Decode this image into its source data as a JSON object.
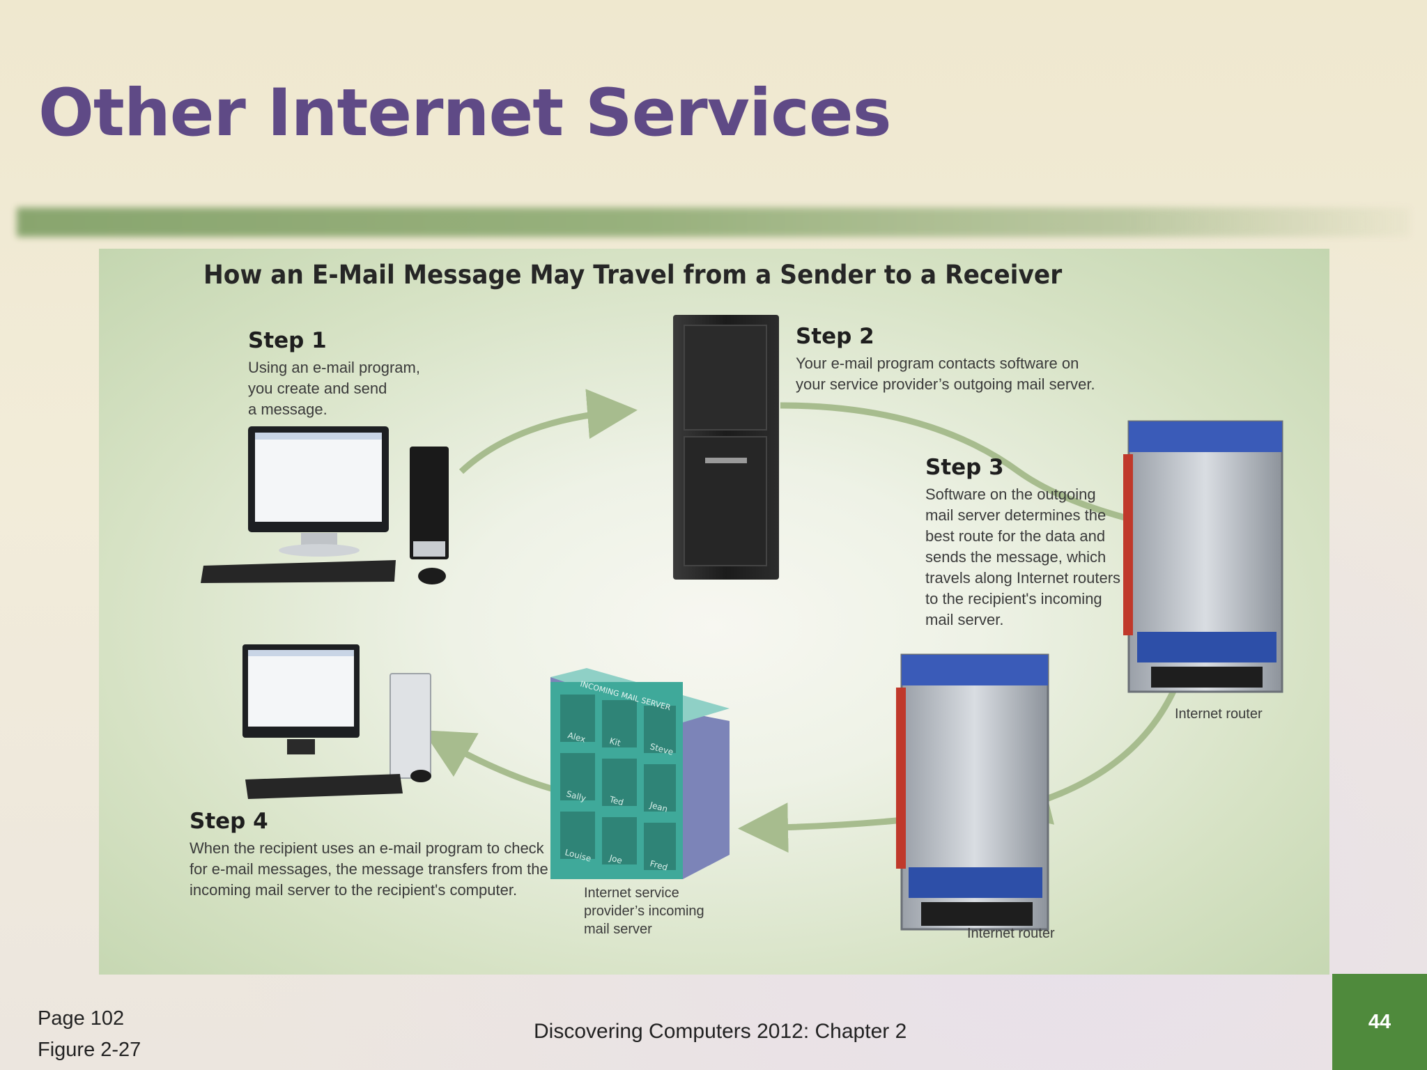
{
  "slide": {
    "title": "Other Internet Services",
    "slide_number": "44",
    "footer_center": "Discovering Computers 2012: Chapter 2",
    "page_ref": "Page 102",
    "figure_ref": "Figure 2-27"
  },
  "figure": {
    "title": "How an E-Mail Message May Travel from a Sender to a Receiver",
    "steps": [
      {
        "heading": "Step 1",
        "text": "Using an e-mail program,\nyou create and send\na message."
      },
      {
        "heading": "Step 2",
        "text": "Your e-mail program contacts software on\nyour service provider’s outgoing mail server."
      },
      {
        "heading": "Step 3",
        "text": "Software on the outgoing\nmail server determines the\nbest route for the data and\nsends the message, which\ntravels along Internet routers\nto the recipient's incoming\nmail server."
      },
      {
        "heading": "Step 4",
        "text": "When the recipient uses an e-mail program to check\nfor e-mail messages, the message transfers from the\nincoming mail server to the recipient's computer."
      }
    ],
    "captions": {
      "router_1": "Internet router",
      "router_2": "Internet router",
      "incoming_server": "Internet service\nprovider’s incoming\nmail server"
    },
    "mailbox": {
      "label": "INCOMING MAIL SERVER",
      "names": [
        "Alex",
        "Kit",
        "Steve",
        "Sally",
        "Ted",
        "Jean",
        "Louise",
        "Joe",
        "Fred"
      ]
    },
    "colors": {
      "arrow": "#a7bc8e",
      "mailbox_teal": "#3fa99a",
      "router_blue": "#2d4fa8",
      "title_purple": "#5f4a86",
      "slide_number_green": "#4f8a3c"
    }
  }
}
